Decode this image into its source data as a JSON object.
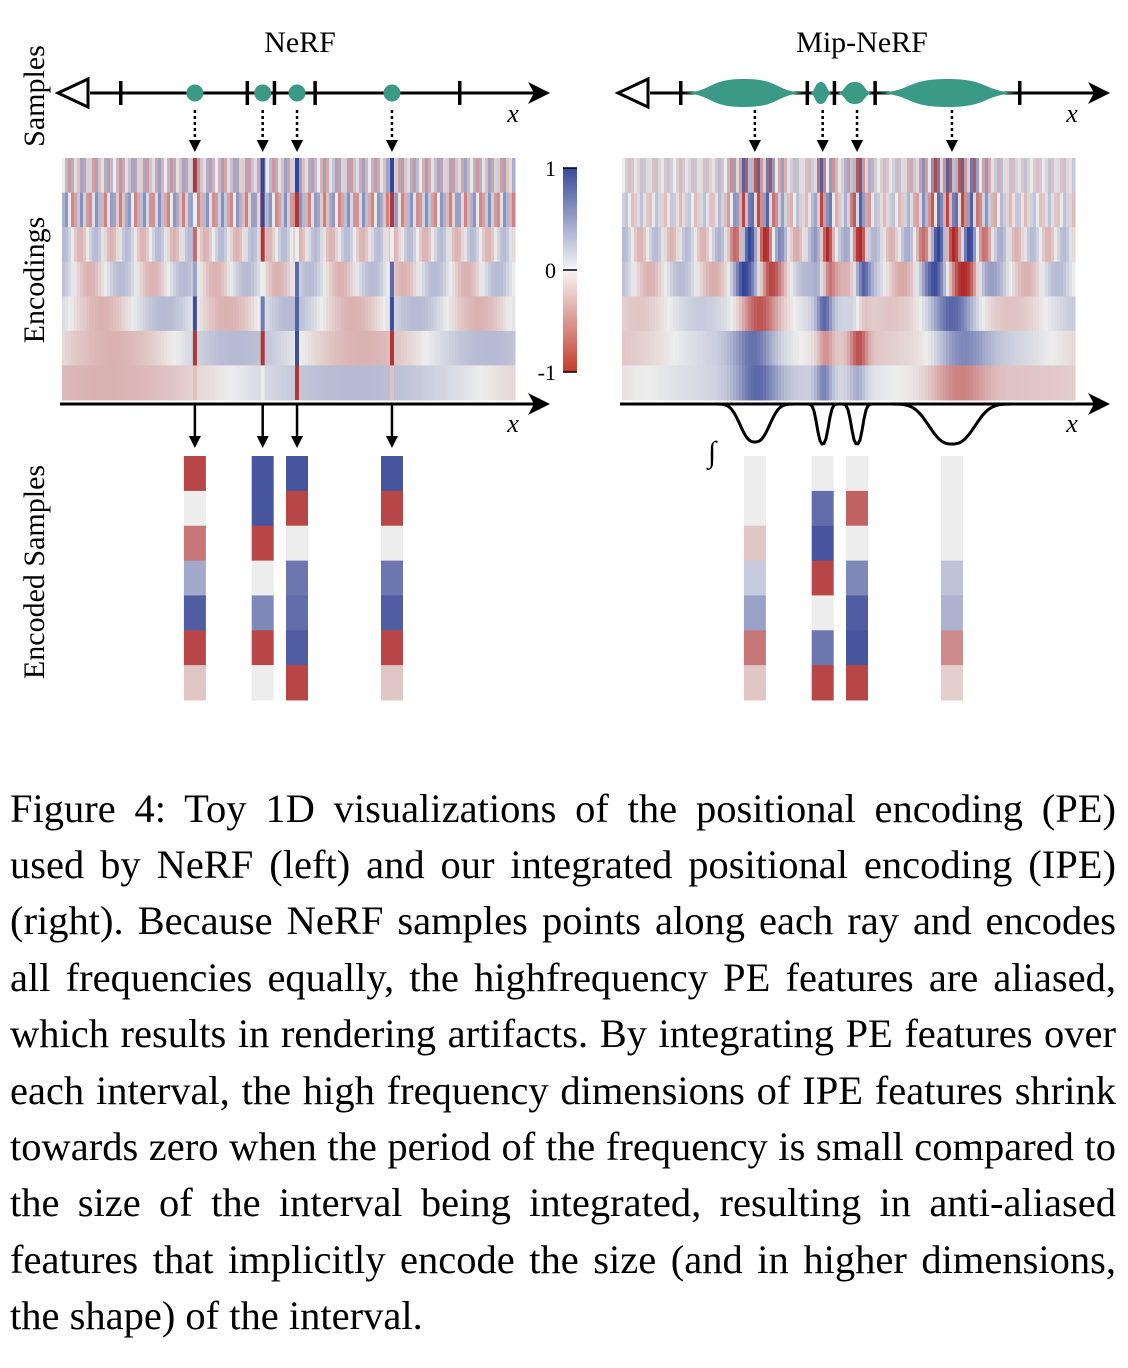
{
  "figure": {
    "row_labels": {
      "samples": "Samples",
      "encodings": "Encodings",
      "encoded": "Encoded Samples"
    },
    "panels": [
      {
        "title": "NeRF",
        "axis_label": "x",
        "sample_positions": [
          0.294,
          0.444,
          0.52,
          0.73
        ],
        "mode": "points"
      },
      {
        "title": "Mip-NeRF",
        "axis_label": "x",
        "sample_positions": [
          0.294,
          0.444,
          0.52,
          0.73
        ],
        "mode": "intervals"
      }
    ],
    "colorbar": {
      "ticks": [
        "1",
        "0",
        "-1"
      ]
    },
    "integral_symbol": "∫",
    "encoded_values": {
      "nerf": [
        [
          -0.85,
          0.0,
          -0.6,
          0.4,
          0.85,
          -0.85,
          -0.2
        ],
        [
          0.9,
          0.9,
          -0.85,
          0.0,
          0.6,
          -0.85,
          0.0
        ],
        [
          0.9,
          -0.85,
          0.0,
          0.7,
          0.75,
          0.85,
          -0.85
        ],
        [
          0.9,
          -0.85,
          0.0,
          0.7,
          0.85,
          -0.85,
          -0.2
        ]
      ],
      "mip": [
        [
          0.0,
          0.0,
          -0.2,
          0.2,
          0.45,
          -0.6,
          -0.2
        ],
        [
          0.0,
          0.75,
          0.9,
          -0.85,
          0.0,
          0.7,
          -0.85
        ],
        [
          0.0,
          -0.7,
          0.0,
          0.6,
          0.85,
          0.9,
          -0.85
        ],
        [
          0.0,
          0.0,
          0.0,
          0.25,
          0.35,
          -0.5,
          -0.15
        ]
      ]
    }
  },
  "caption": "Figure 4: Toy 1D visualizations of the positional encoding (PE) used by NeRF (left) and our integrated positional en­coding (IPE) (right). Because NeRF samples points along each ray and encodes all frequencies equally, the high­frequency PE features are aliased, which results in render­ing artifacts. By integrating PE features over each interval, the high frequency dimensions of IPE features shrink to­wards zero when the period of the frequency is small com­pared to the size of the interval being integrated, resulting in anti-aliased features that implicitly encode the size (and in higher dimensions, the shape) of the interval."
}
